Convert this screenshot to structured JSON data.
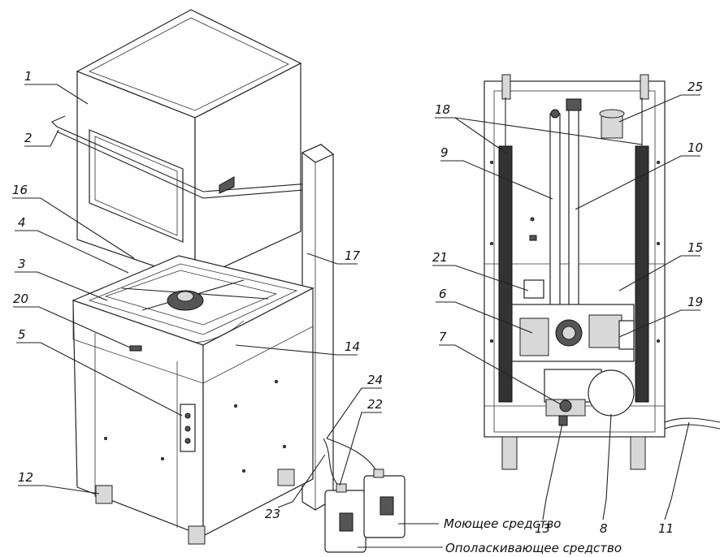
{
  "callouts": [
    {
      "id": "c1",
      "text": "1"
    },
    {
      "id": "c2",
      "text": "2"
    },
    {
      "id": "c16",
      "text": "16"
    },
    {
      "id": "c4",
      "text": "4"
    },
    {
      "id": "c3",
      "text": "3"
    },
    {
      "id": "c20",
      "text": "20"
    },
    {
      "id": "c5",
      "text": "5"
    },
    {
      "id": "c12",
      "text": "12"
    },
    {
      "id": "c17",
      "text": "17"
    },
    {
      "id": "c14",
      "text": "14"
    },
    {
      "id": "c24",
      "text": "24"
    },
    {
      "id": "c22",
      "text": "22"
    },
    {
      "id": "c23",
      "text": "23"
    },
    {
      "id": "c18",
      "text": "18"
    },
    {
      "id": "c9",
      "text": "9"
    },
    {
      "id": "c25",
      "text": "25"
    },
    {
      "id": "c10",
      "text": "10"
    },
    {
      "id": "c21",
      "text": "21"
    },
    {
      "id": "c15",
      "text": "15"
    },
    {
      "id": "c6",
      "text": "6"
    },
    {
      "id": "c19",
      "text": "19"
    },
    {
      "id": "c7",
      "text": "7"
    },
    {
      "id": "c13",
      "text": "13"
    },
    {
      "id": "c8",
      "text": "8"
    },
    {
      "id": "c11",
      "text": "11"
    }
  ],
  "captions": {
    "detergent": "Моющее средство",
    "rinse_aid": "Ополаскивающее средство"
  }
}
